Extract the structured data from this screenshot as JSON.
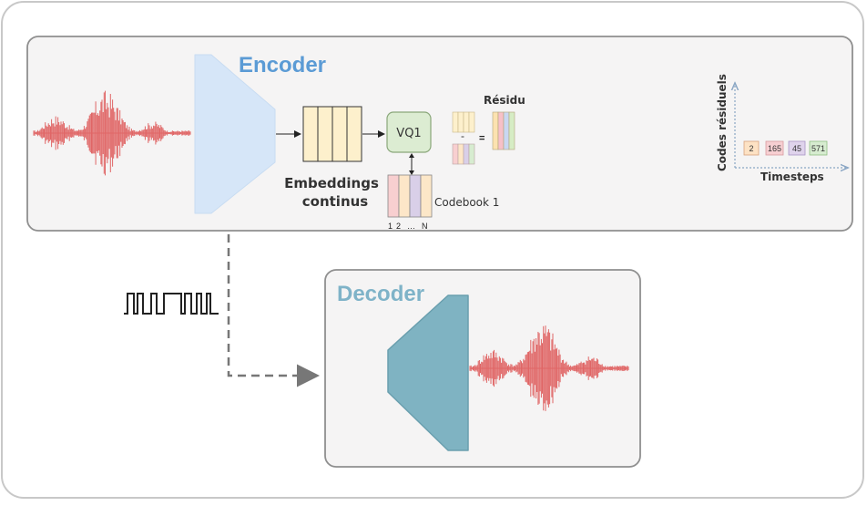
{
  "encoder": {
    "title": "Encoder",
    "embeddings_line1": "Embeddings",
    "embeddings_line2": "continus",
    "vq_label": "VQ1",
    "residual_label": "Résidu",
    "minus_sign": "-",
    "equals_sign": "=",
    "codebook_label": "Codebook 1",
    "codebook_indices": [
      "1",
      "2",
      "…",
      "N"
    ],
    "axis_y_label": "Codes résiduels",
    "axis_x_label": "Timesteps",
    "codes": [
      "2",
      "165",
      "45",
      "571"
    ]
  },
  "decoder": {
    "title": "Decoder"
  },
  "colors": {
    "encoder_title": "#5b9bd5",
    "decoder_title": "#7fb3c8",
    "encoder_shape": "#d6e6f8",
    "decoder_shape": "#7fb3c2",
    "waveform": "#e06666",
    "embedding_fill": "#fdf0cc",
    "vq_fill": "#dcecd2",
    "vq_stroke": "#8aa77a",
    "codebook_colors": [
      "#f8cfd0",
      "#fde6c8",
      "#d9cfe8",
      "#fce7c8"
    ],
    "residual_colors": [
      "#fce2b0",
      "#f7c0c8",
      "#c9d7f1",
      "#d6ecc4"
    ],
    "code_colors": [
      "#fde2c4",
      "#f7cfd2",
      "#dfd3ec",
      "#d7ecd0"
    ]
  }
}
